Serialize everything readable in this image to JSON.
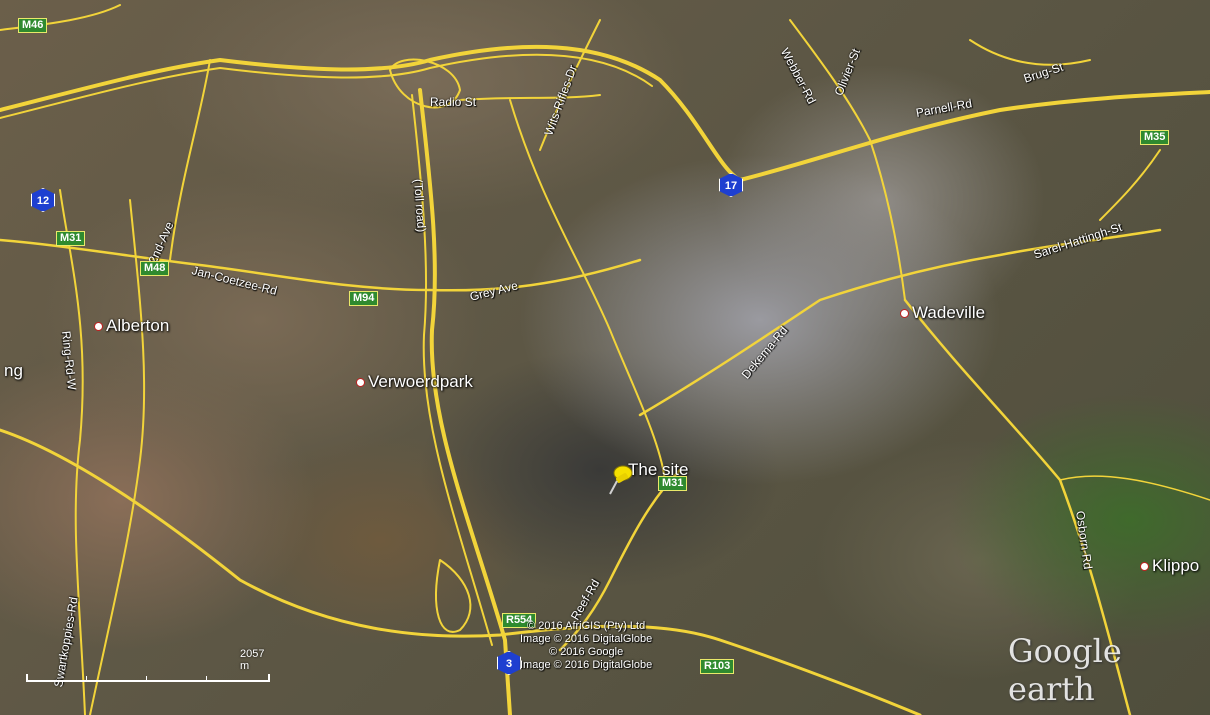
{
  "places": {
    "alberton": "Alberton",
    "verwoerdpark": "Verwoerdpark",
    "wadeville": "Wadeville",
    "the_site": "The site",
    "klippo": "Klippo",
    "ng_fragment": "ng"
  },
  "streets": {
    "radio_st": "Radio St",
    "wits_rifles_dr": "Wits-Rifles-Dr",
    "webber_rd": "Webber-Rd",
    "olivier_st": "Olivier-St",
    "brug_st": "Brug-St",
    "parnell_rd": "Parnell-Rd",
    "second_ave": "2nd-Ave",
    "jan_coetzee_rd": "Jan-Coetzee-Rd",
    "grey_ave": "Grey Ave",
    "toll_road": "(Toll road)",
    "ring_rd_w": "Ring-Rd-W",
    "dekema_rd": "Dekema-Rd",
    "sarel_hattingh_st": "Sarel-Hattingh-St",
    "osborn_rd": "Osborn-Rd",
    "swartkoppies_rd": "Swartkoppies-Rd",
    "reef_rd": "Reef-Rd"
  },
  "route_shields": {
    "m46": "M46",
    "m31": "M31",
    "m48": "M48",
    "m94": "M94",
    "m35": "M35",
    "r554": "R554",
    "r103": "R103",
    "m_site": "M31",
    "n12": "12",
    "n17": "17",
    "n3": "3"
  },
  "attribution": {
    "line1": "© 2016 AfriGIS (Pty) Ltd",
    "line2": "Image © 2016 DigitalGlobe",
    "line3": "© 2016 Google",
    "line4": "Image © 2016 DigitalGlobe"
  },
  "brand": "Google earth",
  "scale": {
    "label": "2057 m"
  },
  "colors": {
    "road": "#f2d43a",
    "pin": "#f5e000"
  }
}
